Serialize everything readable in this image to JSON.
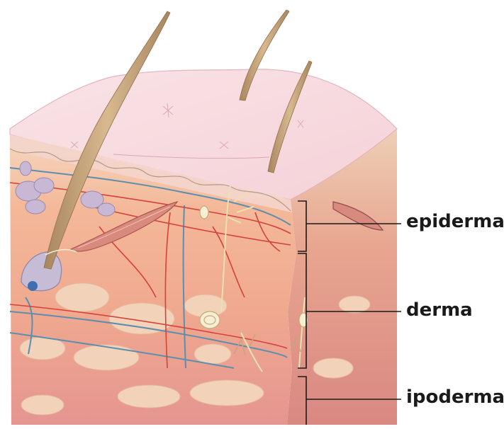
{
  "layers": {
    "epidermis": "epiderma",
    "dermis": "derma",
    "hypodermis": "ipoderma"
  },
  "colors": {
    "epidermis_surface": "#f7d9de",
    "dermis": "#f0a98f",
    "hypodermis": "#e59590",
    "hair": "#c9a57a",
    "fat_lobule": "#f2d2b8",
    "artery": "#d6423a",
    "vein": "#5b8fb0",
    "nerve": "#e8e2b0",
    "label_text": "#1a1a1a"
  }
}
